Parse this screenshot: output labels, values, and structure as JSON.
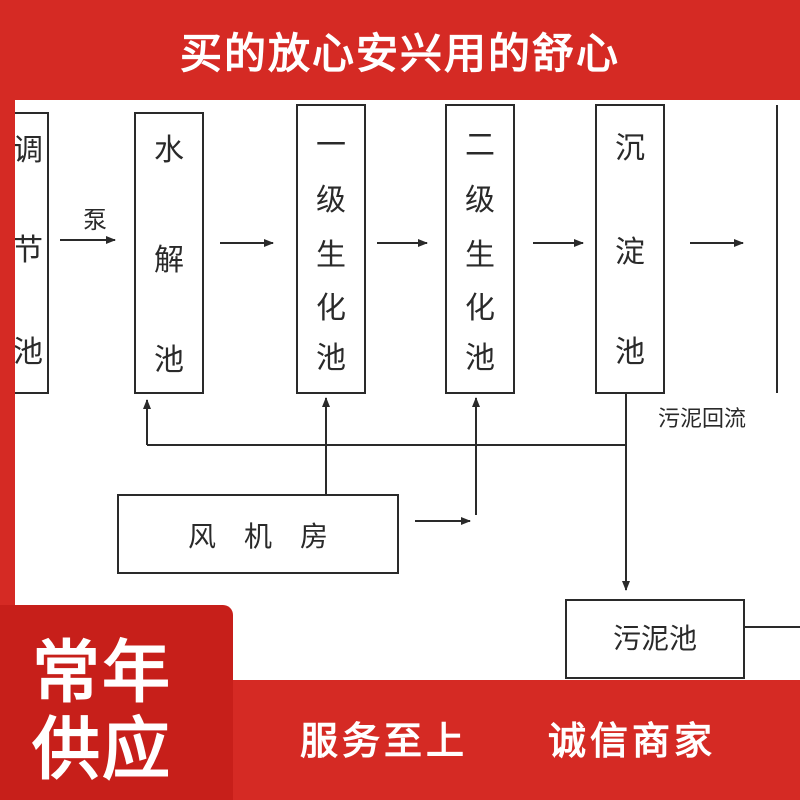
{
  "banner": {
    "title": "买的放心安兴用的舒心"
  },
  "diagram": {
    "boxes": [
      {
        "id": "cut-left",
        "chars": [
          "调",
          "节",
          "池"
        ]
      },
      {
        "id": "hydrolysis",
        "chars": [
          "水",
          "解",
          "池"
        ]
      },
      {
        "id": "bio1",
        "chars": [
          "一",
          "级",
          "生",
          "化",
          "池"
        ]
      },
      {
        "id": "bio2",
        "chars": [
          "二",
          "级",
          "生",
          "化",
          "池"
        ]
      },
      {
        "id": "sediment",
        "chars": [
          "沉",
          "淀",
          "池"
        ]
      }
    ],
    "pump_label": "泵",
    "return_label": "污泥回流",
    "blower_label": "风　机　房",
    "sludge_tank_label": "污泥池"
  },
  "badge": {
    "line1": "常年",
    "line2": "供应"
  },
  "slogans": {
    "left": "服务至上",
    "right": "诚信商家"
  },
  "colors": {
    "banner_red": "#d52a24",
    "badge_red": "#c71f1a",
    "text_white": "#ffffff"
  }
}
